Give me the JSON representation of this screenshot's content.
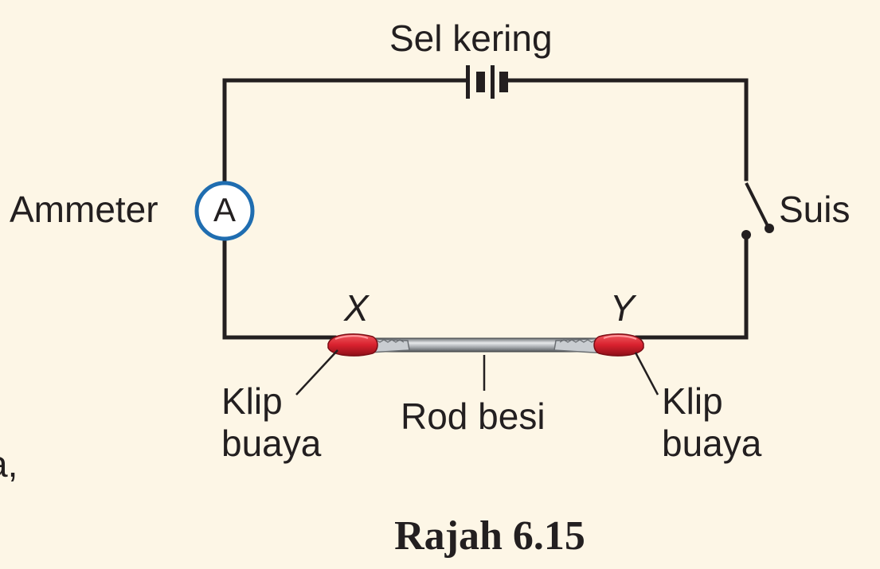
{
  "labels": {
    "battery": "Sel kering",
    "ammeter": "Ammeter",
    "ammeter_symbol": "A",
    "switch": "Suis",
    "end_x": "X",
    "end_y": "Y",
    "clip_left": "Klip\nbuaya",
    "clip_right": "Klip\nbuaya",
    "rod": "Rod besi",
    "stray_text": "a,"
  },
  "caption": "Rajah 6.15",
  "colors": {
    "background": "#fdf6e6",
    "wire": "#231f20",
    "ammeter_ring": "#1f6db0",
    "clip_red": "#d9212e",
    "rod_grey": "#9a9ea2"
  }
}
